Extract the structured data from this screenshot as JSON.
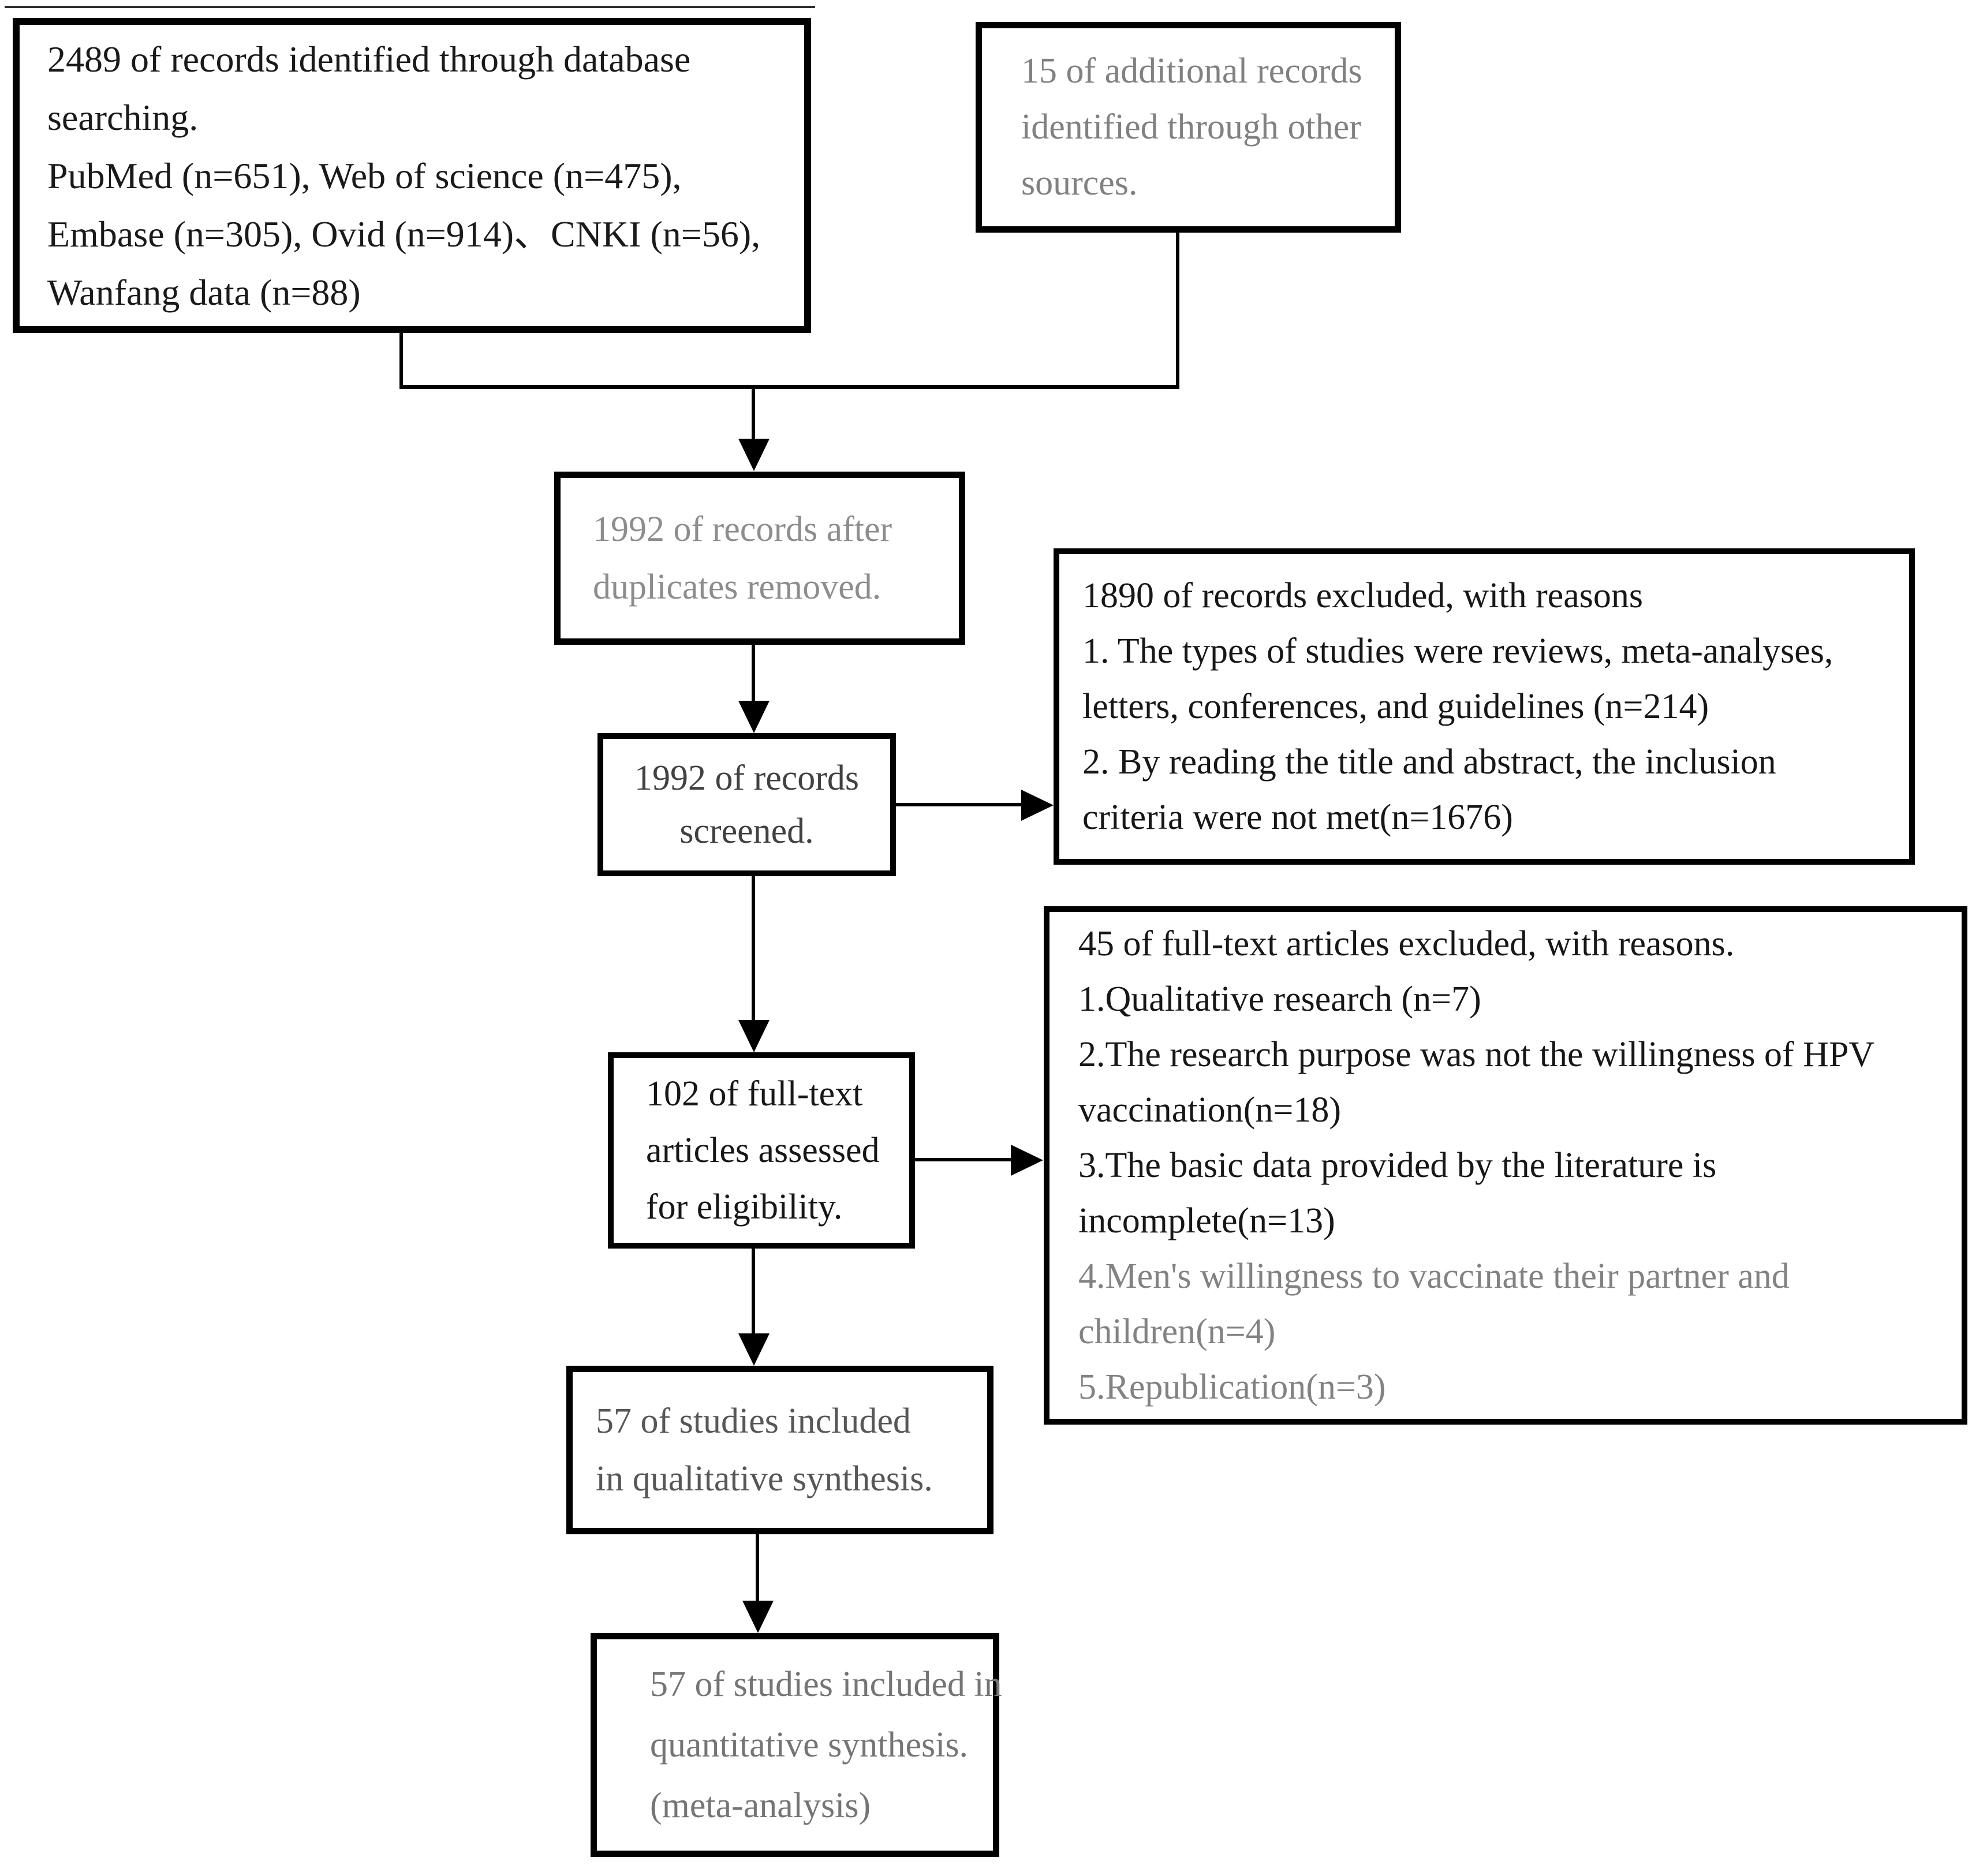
{
  "boxes": {
    "identification": {
      "lines": [
        "2489 of records identified through database",
        "searching.",
        "PubMed (n=651), Web of science (n=475),",
        "Embase (n=305), Ovid (n=914)、CNKI (n=56),",
        "Wanfang data (n=88)"
      ]
    },
    "other_sources": {
      "lines": [
        "15 of additional records",
        "identified through other",
        "sources."
      ]
    },
    "duplicates_removed": {
      "lines": [
        "1992 of records after",
        "duplicates removed."
      ]
    },
    "screened": {
      "lines": [
        "1992 of records",
        "screened."
      ]
    },
    "records_excluded": {
      "lines": [
        "1890 of records excluded, with reasons",
        "1. The types of studies were reviews, meta-analyses,",
        "letters, conferences, and guidelines (n=214)",
        "2. By reading the title and abstract, the inclusion",
        "criteria were not met(n=1676)"
      ]
    },
    "fulltext_assessed": {
      "lines": [
        "102 of full-text",
        "articles assessed",
        "for eligibility."
      ]
    },
    "fulltext_excluded": {
      "lines": [
        "45 of full-text articles excluded, with reasons.",
        "1.Qualitative research (n=7)",
        "2.The research purpose was not the willingness of HPV",
        "vaccination(n=18)",
        "3.The basic data provided by the literature is",
        "incomplete(n=13)",
        "4.Men's willingness to vaccinate their partner and",
        "children(n=4)",
        "5.Republication(n=3)"
      ]
    },
    "qualitative_synthesis": {
      "lines": [
        "57 of studies included",
        "in qualitative synthesis."
      ]
    },
    "quantitative_synthesis": {
      "lines": [
        "57 of studies included in",
        "quantitative synthesis.",
        "(meta-analysis)"
      ]
    }
  },
  "colors": {
    "background": "#ffffff",
    "box_border": "#000000",
    "connector_line": "#000000",
    "text_primary": "#1a1a1a",
    "text_gray_light": "#8d8d8d",
    "text_gray": "#818181",
    "text_gray_mid": "#575757",
    "text_gray_dark": "#414141",
    "text_gray_soft": "#757575",
    "text_muted_items": "#828282"
  }
}
